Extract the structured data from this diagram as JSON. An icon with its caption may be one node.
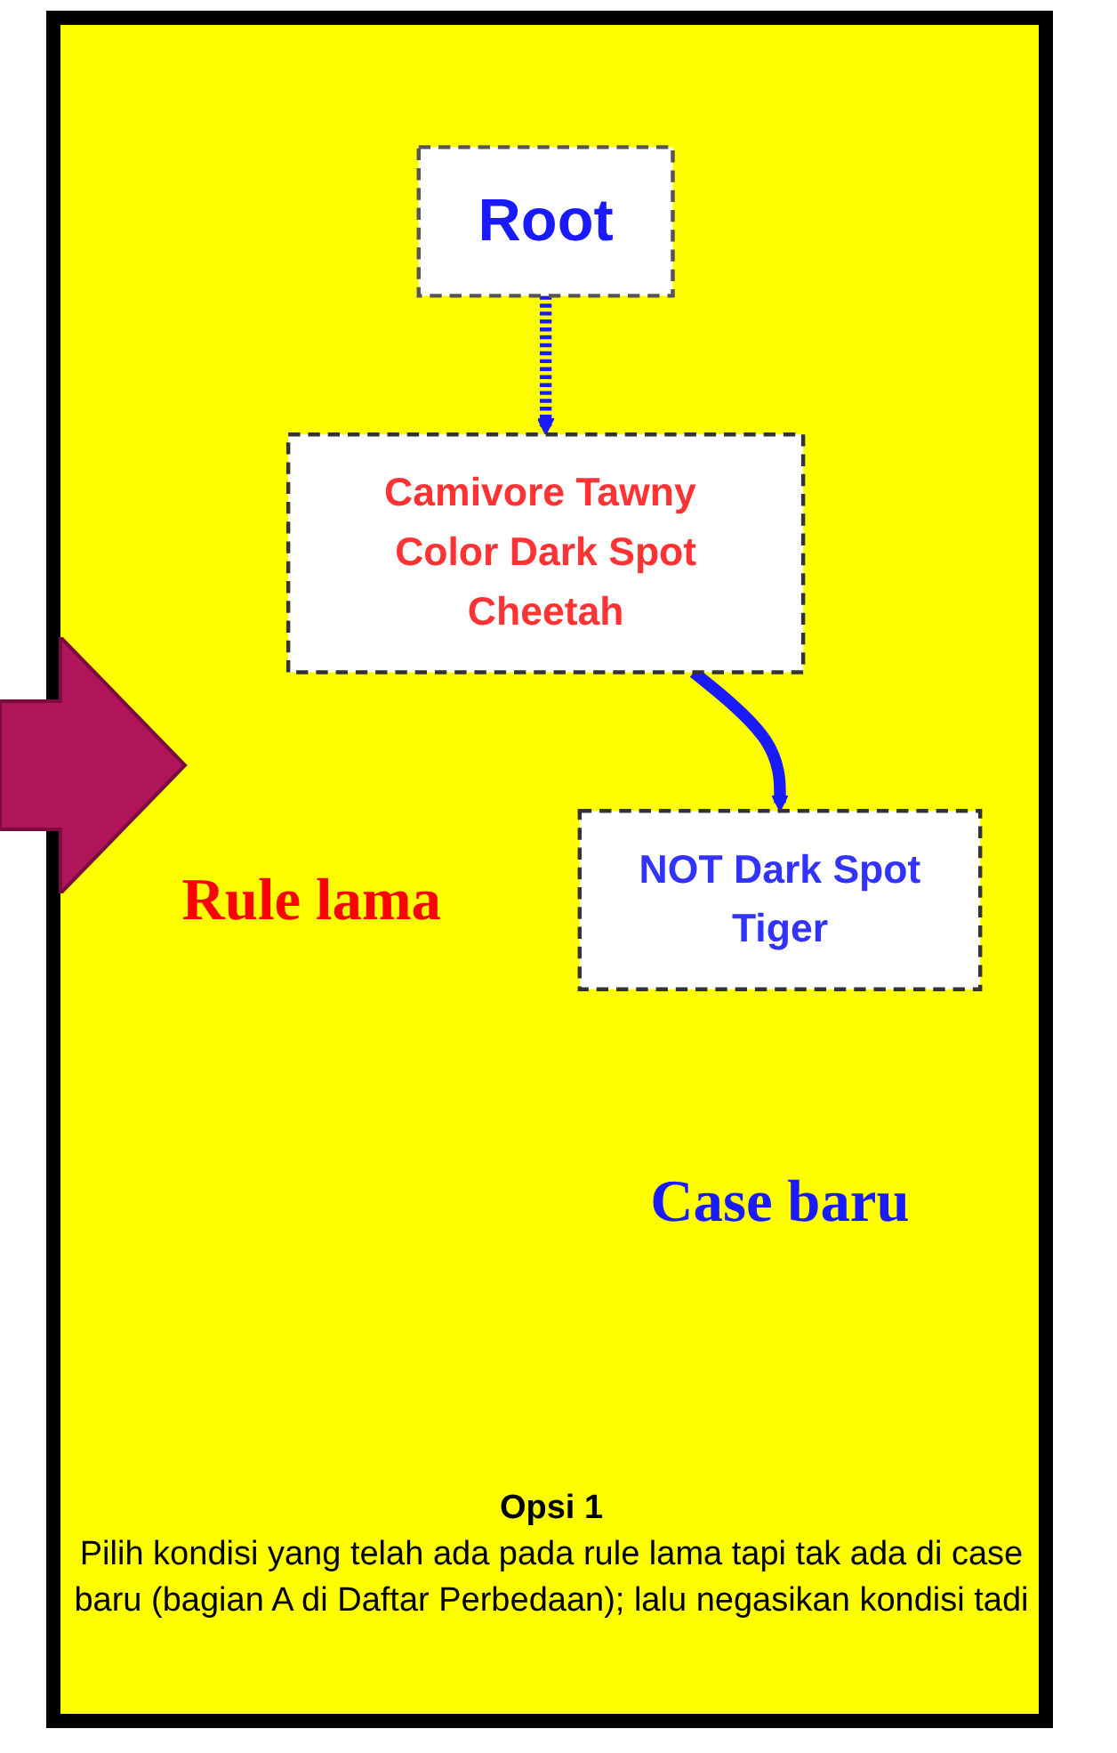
{
  "diagram": {
    "nodes": [
      {
        "text": [
          "Root"
        ]
      },
      {
        "text": [
          "Camivore Tawny Color Dark Spot",
          "Cheetah"
        ],
        "beside": [
          "Rule lama"
        ]
      },
      {
        "text": [
          "NOT Dark Spot",
          "Tiger"
        ],
        "beside": [
          "Case baru"
        ]
      }
    ],
    "edges": [
      {
        "from": 0,
        "to": 1,
        "arrow": "to",
        "style": "dashed"
      },
      {
        "from": 1,
        "to": 2,
        "arrow": "to"
      }
    ],
    "labels": [
      "Opsi 1",
      "Pilih kondisi yang telah ada pada rule lama tapi tak ada di case baru (bagian A di Daftar Perbedaan); lalu negasikan kondisi tadi"
    ]
  }
}
